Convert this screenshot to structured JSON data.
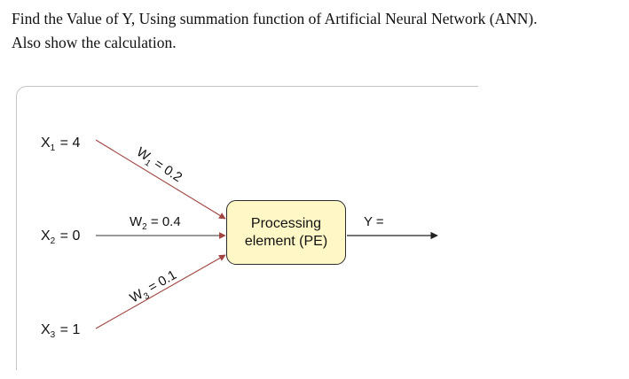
{
  "question": {
    "line1": "Find the Value of Y, Using summation function of Artificial Neural Network (ANN).",
    "line2": "Also show the calculation."
  },
  "diagram": {
    "inputs": [
      {
        "symbol": "X",
        "subscript": "1",
        "value": "4"
      },
      {
        "symbol": "X",
        "subscript": "2",
        "value": "0"
      },
      {
        "symbol": "X",
        "subscript": "3",
        "value": "1"
      }
    ],
    "weights": [
      {
        "symbol": "W",
        "subscript": "1",
        "value": "0.2"
      },
      {
        "symbol": "W",
        "subscript": "2",
        "value": "0.4"
      },
      {
        "symbol": "W",
        "subscript": "3",
        "value": "0.1"
      }
    ],
    "processing_element": {
      "line1": "Processing",
      "line2": "element (PE)"
    },
    "output_label": "Y =",
    "colors": {
      "box_fill": "#fff8c6",
      "arrow": "#a04541",
      "line": "#333333"
    }
  }
}
